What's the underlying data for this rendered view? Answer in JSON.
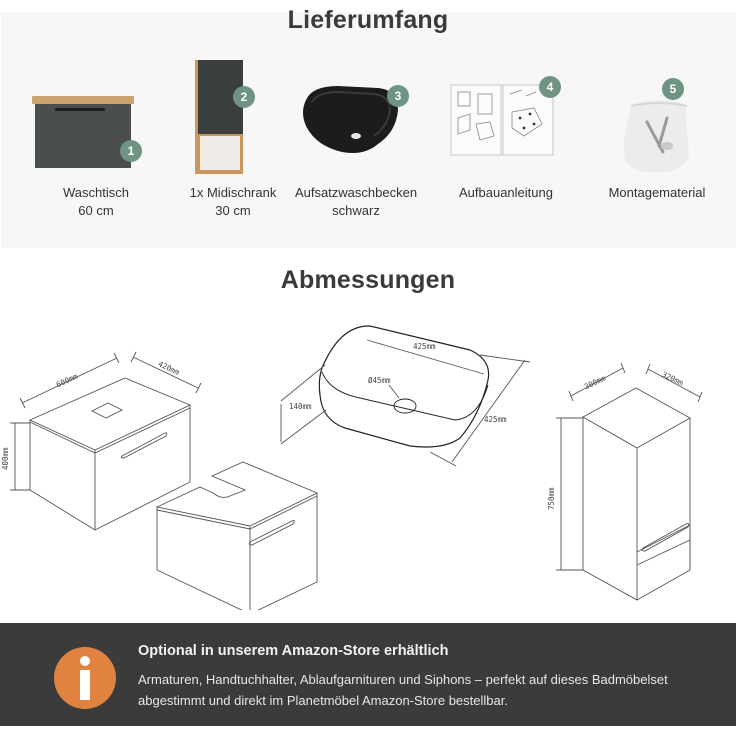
{
  "scope": {
    "title": "Lieferumfang",
    "items": [
      {
        "number": "1",
        "line1": "Waschtisch",
        "line2": "60 cm",
        "icon": "vanity-cabinet-image"
      },
      {
        "number": "2",
        "line1": "1x Midischrank",
        "line2": "30 cm",
        "icon": "midi-cabinet-image"
      },
      {
        "number": "3",
        "line1": "Aufsatzwaschbecken",
        "line2": "schwarz",
        "icon": "vessel-sink-image"
      },
      {
        "number": "4",
        "line1": "Aufbauanleitung",
        "line2": "",
        "icon": "assembly-manual-image"
      },
      {
        "number": "5",
        "line1": "Montagematerial",
        "line2": "",
        "icon": "hardware-bag-image"
      }
    ]
  },
  "dimensions": {
    "title": "Abmessungen",
    "vanity": {
      "width": "600mm",
      "depth": "420mm",
      "height": "400mm"
    },
    "sink": {
      "width": "425mm",
      "depth": "425mm",
      "height": "140mm",
      "drain": "Ø45mm"
    },
    "midi_cabinet": {
      "width": "300mm",
      "depth": "320mm",
      "height": "750mm"
    }
  },
  "banner": {
    "icon": "info-icon",
    "title": "Optional in unserem Amazon-Store erhältlich",
    "text": "Armaturen, Handtuchhalter, Ablaufgarnituren und Siphons – perfekt auf dieses Badmöbelset abgestimmt und direkt im Planetmöbel Amazon-Store bestellbar."
  },
  "colors": {
    "badge": "#6f9483",
    "info_orange": "#e08341",
    "banner_bg": "#3b3b3b",
    "panel_bg": "#f7f7f7"
  }
}
